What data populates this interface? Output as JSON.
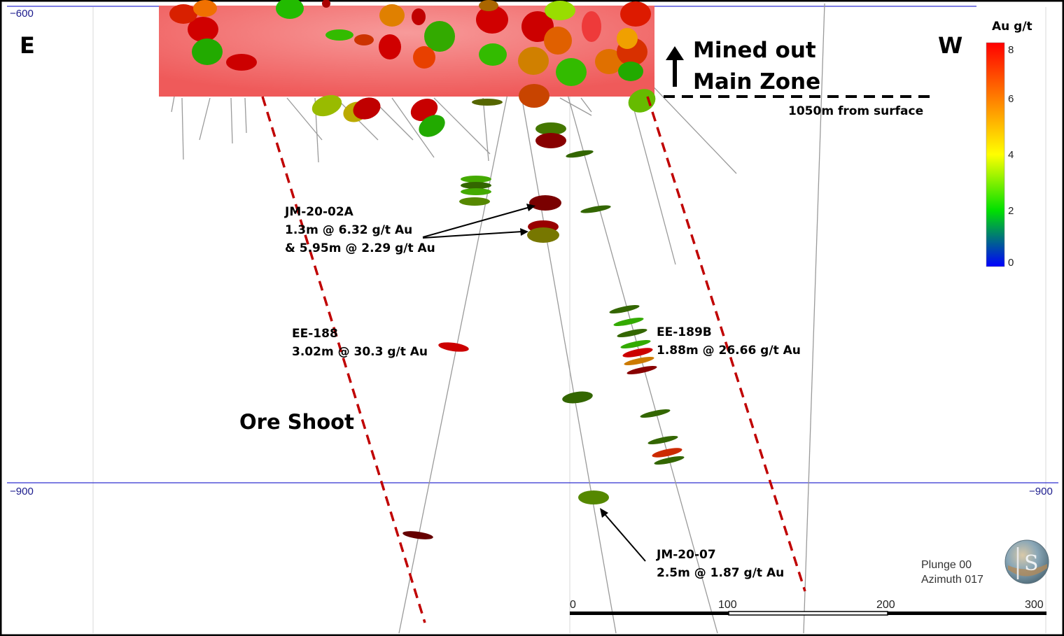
{
  "compass": {
    "left": "E",
    "right": "W"
  },
  "elevation": {
    "top_label": "−600",
    "mid_label_left": "−900",
    "mid_label_right": "−900"
  },
  "mined_out": {
    "line1": "Mined out",
    "line2": "Main Zone",
    "depth": "1050m from surface"
  },
  "legend": {
    "title": "Au g/t",
    "ticks": [
      "8",
      "6",
      "4",
      "2",
      "0"
    ],
    "colors": [
      "#ff0000",
      "#ff7f00",
      "#ffff00",
      "#00dd00",
      "#0000ff"
    ]
  },
  "annotations": {
    "jm2002a": {
      "hole": "JM-20-02A",
      "int1": "1.3m @ 6.32 g/t Au",
      "int2": "& 5.95m @ 2.29 g/t Au"
    },
    "ee188": {
      "hole": "EE-188",
      "int1": "3.02m @ 30.3 g/t Au"
    },
    "ee189b": {
      "hole": "EE-189B",
      "int1": "1.88m @ 26.66 g/t Au"
    },
    "jm2007": {
      "hole": "JM-20-07",
      "int1": "2.5m @ 1.87 g/t Au"
    },
    "ore_shoot": "Ore Shoot"
  },
  "scale_bar": {
    "labels": [
      "0",
      "100",
      "200",
      "300"
    ]
  },
  "view": {
    "plunge": "Plunge 00",
    "azimuth": "Azimuth 017"
  },
  "logo_letter": "S"
}
